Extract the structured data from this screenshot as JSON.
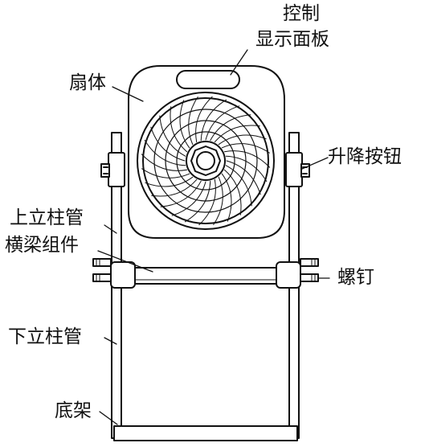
{
  "labels": {
    "control_panel_line1": "控制",
    "control_panel_line2": "显示面板",
    "fan_body": "扇体",
    "lift_button": "升降按钮",
    "upper_column": "上立柱管",
    "crossbeam": "横梁组件",
    "screw": "螺钉",
    "lower_column": "下立柱管",
    "base": "底架"
  },
  "colors": {
    "line": "#111111",
    "background": "#ffffff"
  }
}
